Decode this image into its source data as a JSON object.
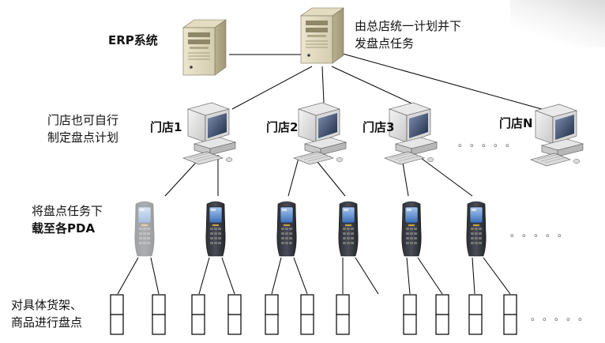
{
  "erp": {
    "label": "ERP系统"
  },
  "hq": {
    "note_line1": "由总店统一计划并下",
    "note_line2": "发盘点任务"
  },
  "store_note": {
    "line1": "门店也可自行",
    "line2": "制定盘点计划"
  },
  "stores": [
    {
      "label": "门店1"
    },
    {
      "label": "门店2"
    },
    {
      "label": "门店3"
    },
    {
      "label": "门店N"
    }
  ],
  "pda_note": {
    "line1": "将盘点任务下",
    "line2": "载至各PDA"
  },
  "shelf_note": {
    "line1": "对具体货架、",
    "line2": "商品进行盘点"
  },
  "ellipsis": "。。。。。"
}
